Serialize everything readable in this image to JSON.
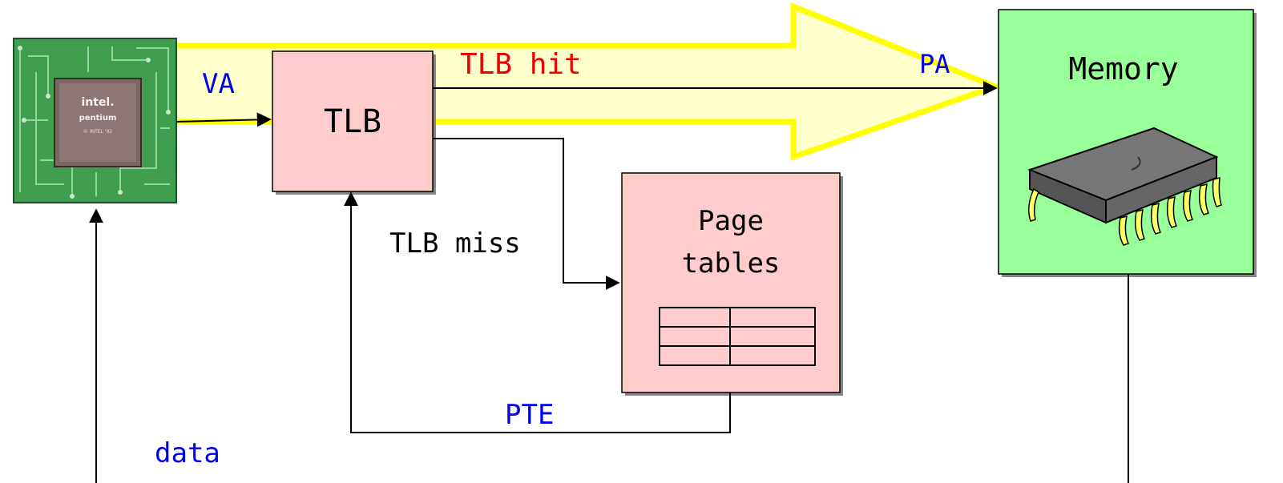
{
  "labels": {
    "va": "VA",
    "tlb": "TLB",
    "tlb_hit": "TLB hit",
    "pa": "PA",
    "memory": "Memory",
    "tlb_miss": "TLB miss",
    "page_tables_line1": "Page",
    "page_tables_line2": "tables",
    "pte": "PTE",
    "data": "data"
  },
  "chip": {
    "brand": "intel.",
    "model": "pentium",
    "mark": "© INTEL '92"
  },
  "colors": {
    "blue_label": "#0000ee",
    "red_label": "#ee0000",
    "tlb_box": "#ffcccc",
    "memory_box": "#99ff99",
    "arrow_fill": "#ffffcc",
    "arrow_outline": "#ffff00",
    "board_green": "#3f9f4f"
  }
}
